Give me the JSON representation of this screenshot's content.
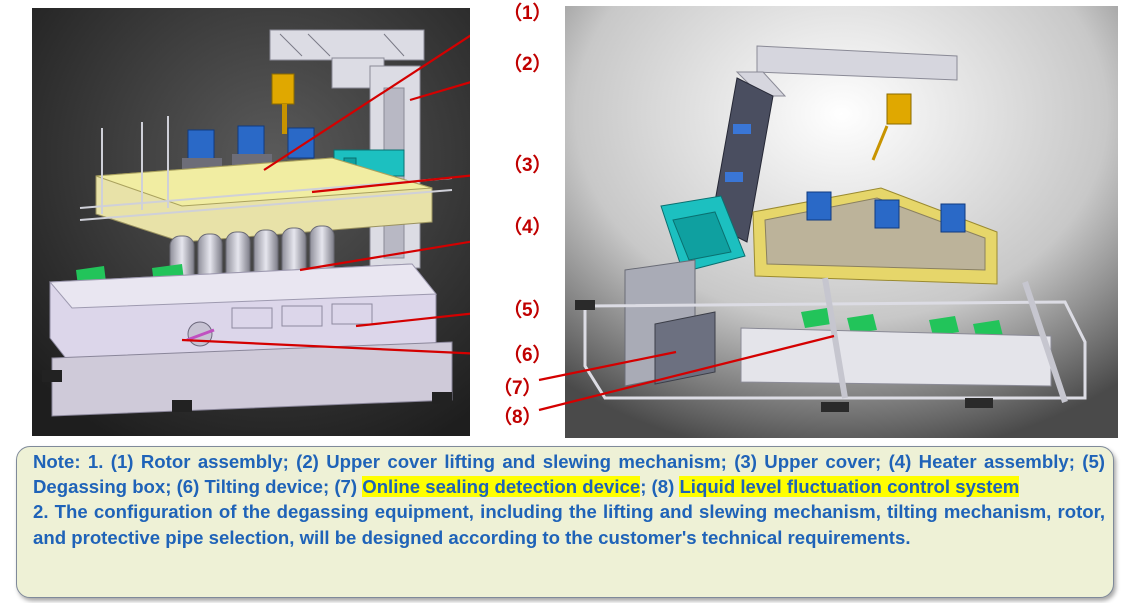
{
  "callouts": {
    "c1": "（1）",
    "c2": "（2）",
    "c3": "（3）",
    "c4": "（4）",
    "c5": "（5）",
    "c6": "（6）",
    "c7": "（7）",
    "c8": "（8）"
  },
  "note": {
    "p1_a": "Note: 1. (1) Rotor assembly; (2) Upper cover lifting and slewing mechanism; (3) Upper cover; (4) Heater assembly; (5) Degassing box; (6) Tilting device; (7) ",
    "p1_hl1": "Online sealing detection device",
    "p1_b": "; (8) ",
    "p1_hl2": "Liquid level fluctuation control system",
    "p2": "2. The configuration of the degassing equipment, including the lifting and slewing mechanism, tilting mechanism, rotor, and protective pipe selection, will be designed according to the customer's technical requirements."
  },
  "colors": {
    "callout": "#c00000",
    "note_text": "#1f63b8",
    "highlight": "#ffff00",
    "note_bg": "#eef1d6"
  }
}
